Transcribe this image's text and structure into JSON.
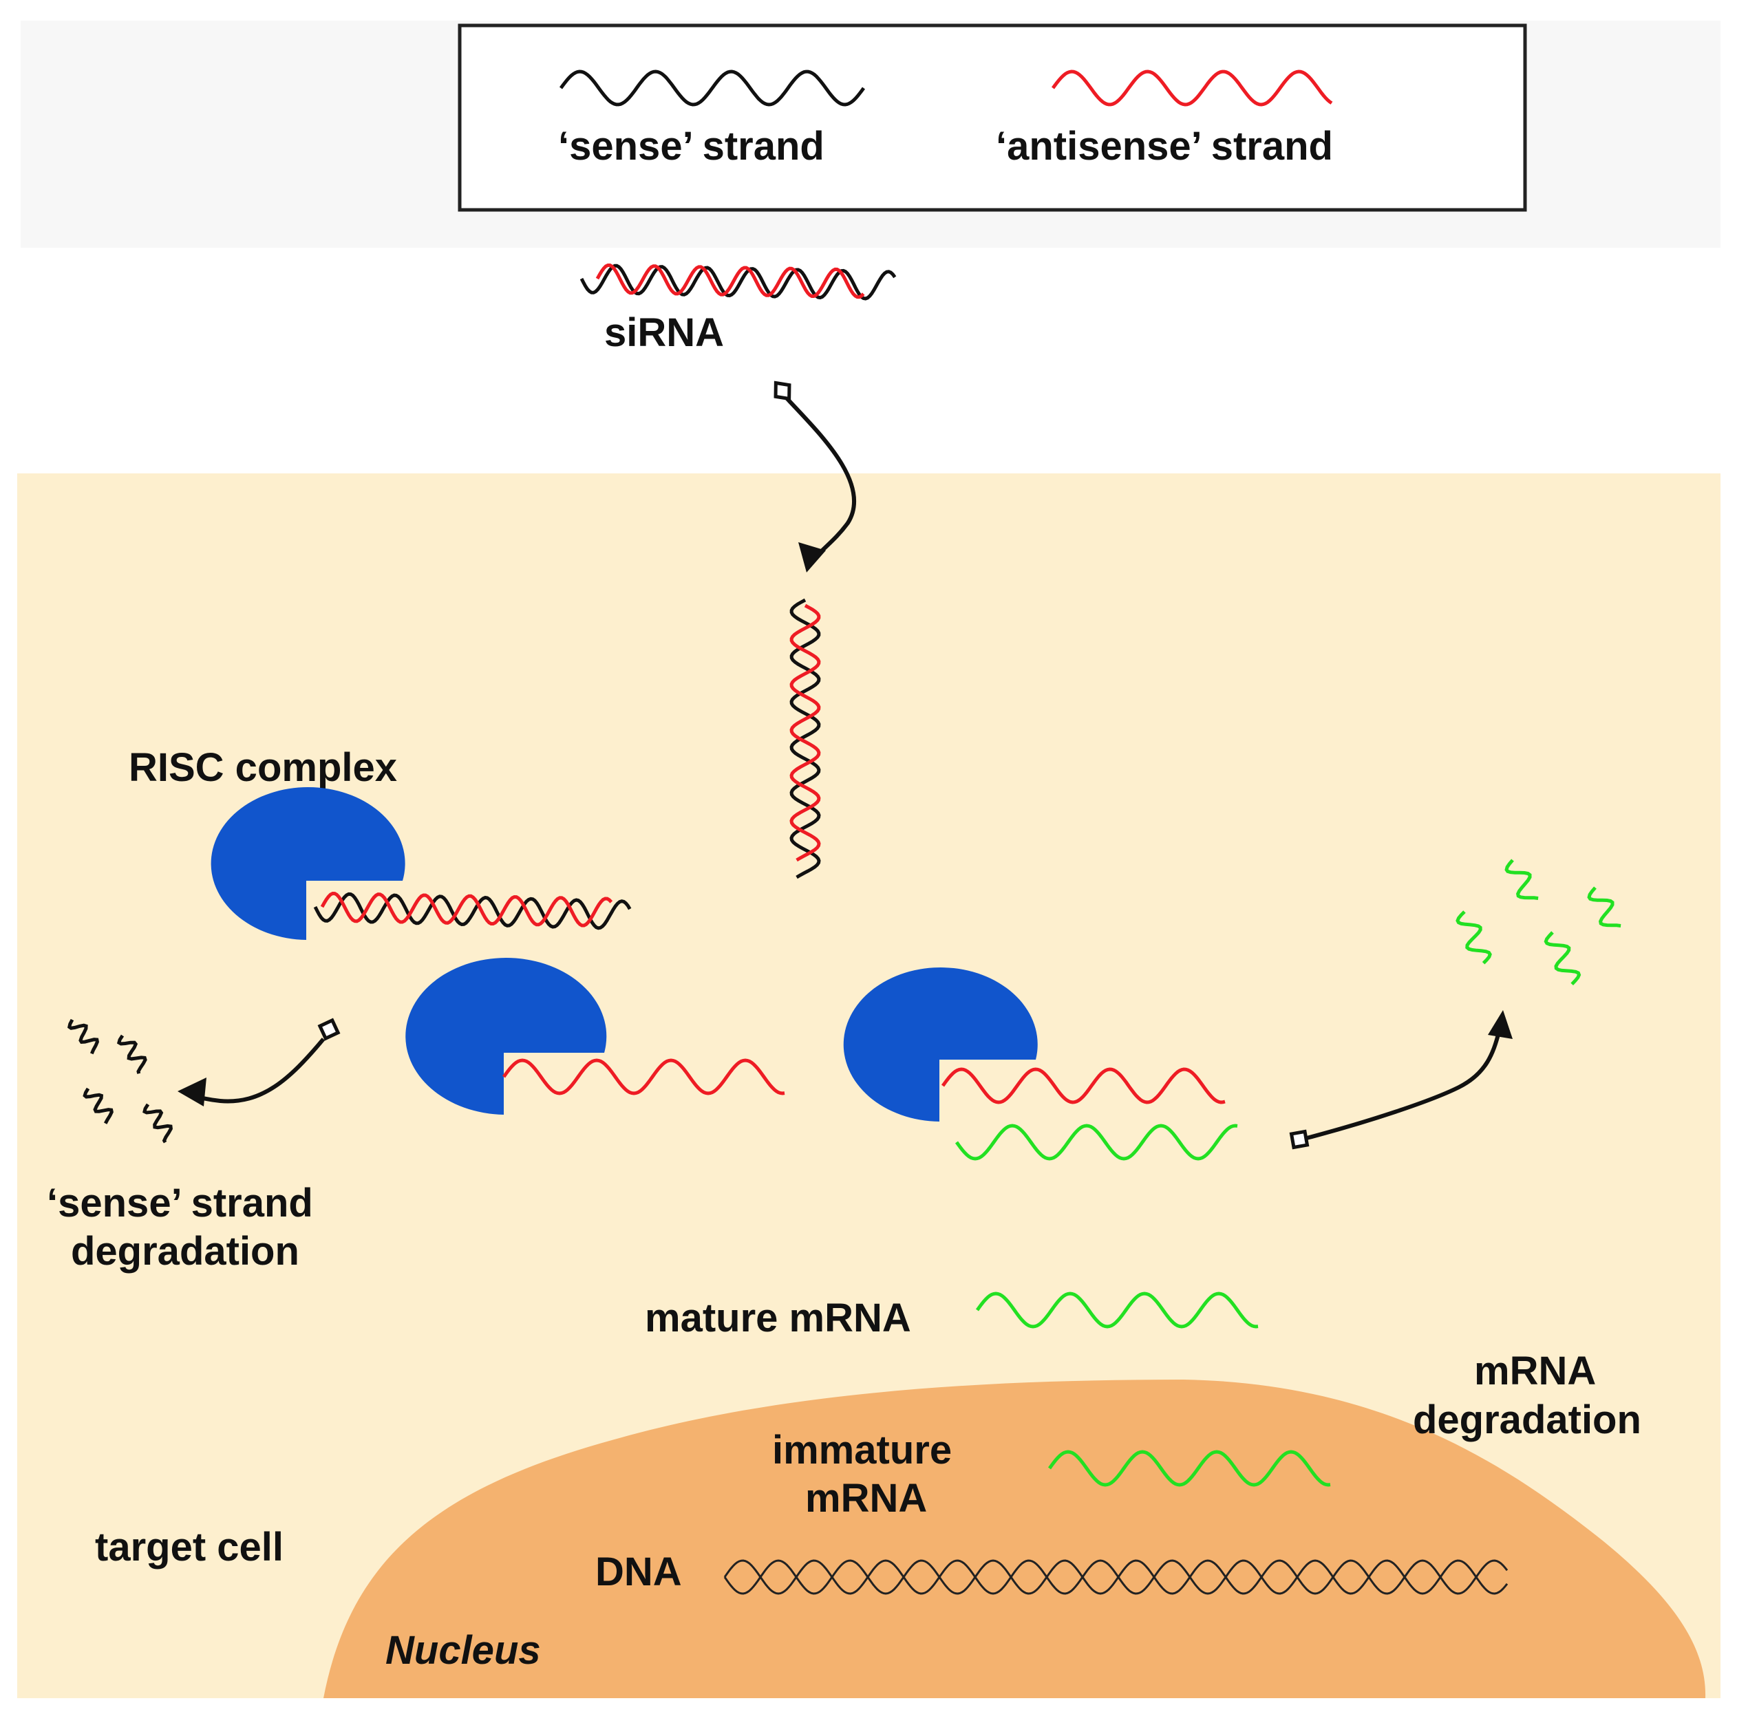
{
  "legend": {
    "sense_label": "‘sense’ strand",
    "antisense_label": "‘antisense’ strand"
  },
  "labels": {
    "sirna": "siRNA",
    "risc_complex": "RISC complex",
    "sense_degradation_line1": "‘sense’ strand",
    "sense_degradation_line2": "degradation",
    "mature_mrna": "mature mRNA",
    "mrna_degradation_line1": "mRNA",
    "mrna_degradation_line2": "degradation",
    "immature_mrna_line1": "immature",
    "immature_mrna_line2": "mRNA",
    "target_cell": "target cell",
    "dna": "DNA",
    "nucleus": "Nucleus"
  },
  "colors": {
    "sense": "#111111",
    "antisense": "#ee1c24",
    "mrna": "#22e022",
    "risc": "#1155cc",
    "cytoplasm": "#fdefce",
    "nucleus": "#f4b26f",
    "outside": "#ffffff"
  }
}
